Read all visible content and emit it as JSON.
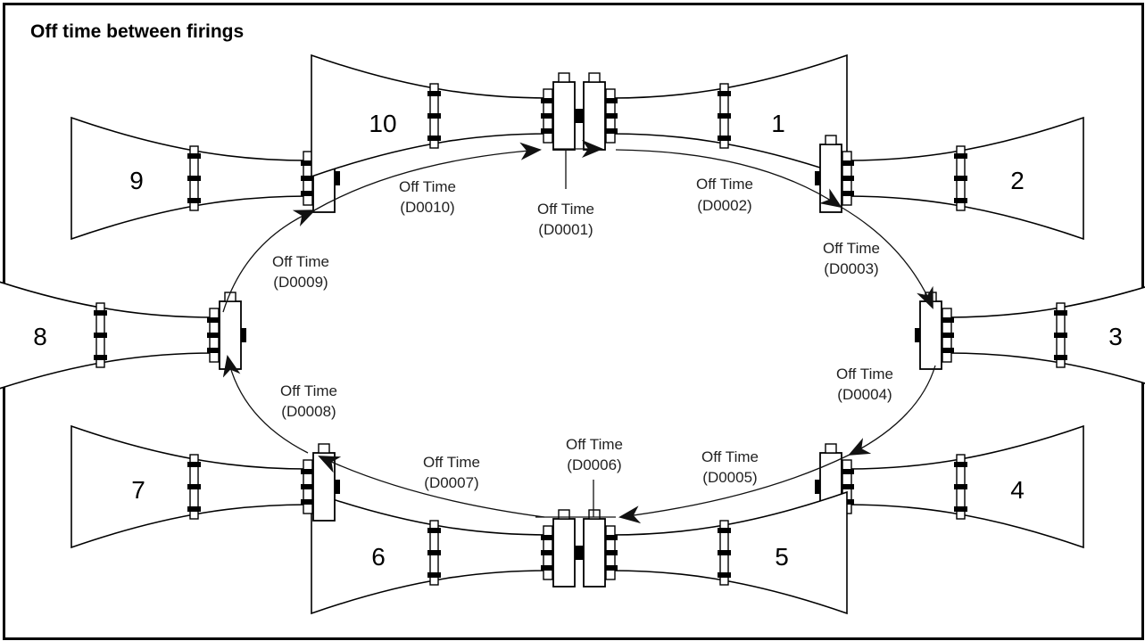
{
  "title": "Off time between firings",
  "horns": [
    {
      "number": "1"
    },
    {
      "number": "2"
    },
    {
      "number": "3"
    },
    {
      "number": "4"
    },
    {
      "number": "5"
    },
    {
      "number": "6"
    },
    {
      "number": "7"
    },
    {
      "number": "8"
    },
    {
      "number": "9"
    },
    {
      "number": "10"
    }
  ],
  "off_times": [
    {
      "line1": "Off Time",
      "line2": "(D0001)"
    },
    {
      "line1": "Off Time",
      "line2": "(D0002)"
    },
    {
      "line1": "Off Time",
      "line2": "(D0003)"
    },
    {
      "line1": "Off Time",
      "line2": "(D0004)"
    },
    {
      "line1": "Off Time",
      "line2": "(D0005)"
    },
    {
      "line1": "Off Time",
      "line2": "(D0006)"
    },
    {
      "line1": "Off Time",
      "line2": "(D0007)"
    },
    {
      "line1": "Off Time",
      "line2": "(D0008)"
    },
    {
      "line1": "Off Time",
      "line2": "(D0009)"
    },
    {
      "line1": "Off Time",
      "line2": "(D0010)"
    }
  ]
}
